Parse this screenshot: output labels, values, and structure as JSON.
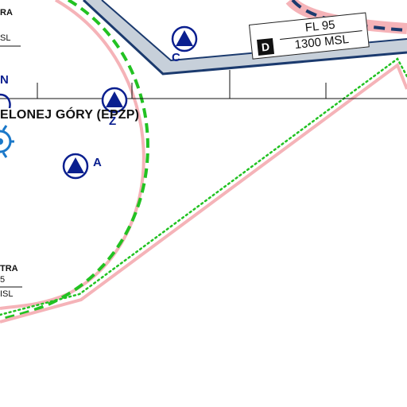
{
  "map": {
    "airport_label": "ELONEJ GÓRY (EPZP)",
    "zone_limits": {
      "class_letter": "D",
      "upper_limit": "FL 95",
      "lower_limit": "1300 MSL"
    },
    "reporting_points": [
      {
        "id": "C",
        "letter": "C"
      },
      {
        "id": "Z",
        "letter": "Z"
      },
      {
        "id": "A",
        "letter": "A"
      }
    ],
    "compass_cardinal": "N",
    "left_zone_top": {
      "name_fragment": "RA",
      "lower_fragment": "SL"
    },
    "left_zone_bottom": {
      "name_fragment": "TRA",
      "upper_fragment": "5",
      "lower_fragment": "ISL"
    },
    "colors": {
      "vrp_blue": "#0a1f8f",
      "boundary_pink": "#f2a0a6",
      "boundary_green": "#22c222",
      "taxiway_blue": "#1b3a6e",
      "taxiway_fill": "#c7d0da",
      "text": "#111111"
    }
  }
}
